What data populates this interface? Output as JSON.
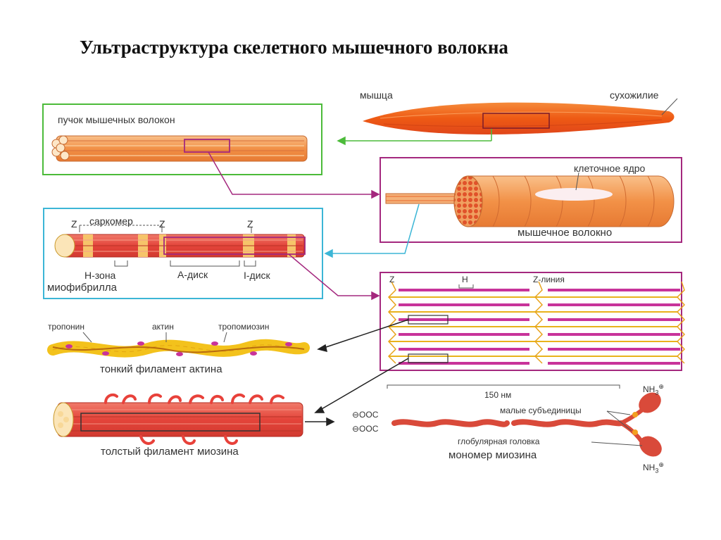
{
  "title": "Ультраструктура скелетного мышечного волокна",
  "labels": {
    "muscle": "мышца",
    "tendon": "сухожилие",
    "bundle": "пучок мышечных волокон",
    "nucleus": "клеточное ядро",
    "fiber": "мышечное волокно",
    "z1": "Z",
    "sarcomere": "саркомер",
    "z2": "Z",
    "z3": "Z",
    "h_zone": "Н-зона",
    "a_disc": "А-диск",
    "i_disc": "I-диск",
    "myofibril": "миофибрилла",
    "z_left": "Z",
    "h_top": "Н",
    "z_line": "Z-линия",
    "troponin": "тропонин",
    "actin": "актин",
    "tropomyosin": "тропомиозин",
    "thin_filament": "тонкий филамент актина",
    "thick_filament": "толстый филамент миозина",
    "scale": "150 нм",
    "light_chains": "малые субъединицы",
    "head": "глобулярная головка",
    "monomer": "мономер миозина",
    "coo1": "⊖OOC",
    "coo2": "⊖OOC",
    "nh_top": "NH",
    "nh_top_sub": "3",
    "nh_top_sup": "⊕",
    "nh_bottom": "NH",
    "nh_bottom_sub": "3",
    "nh_bottom_sup": "⊕"
  },
  "colors": {
    "green_box": "#4cbb3a",
    "magenta_box": "#a4287e",
    "cyan_box": "#3cb6d6",
    "muscle_orange": "#f06a1e",
    "fiber_orange": "#f4974a",
    "myosin_red": "#e8413a",
    "actin_yellow": "#f3c21c",
    "myosin_magenta": "#c8339a"
  }
}
